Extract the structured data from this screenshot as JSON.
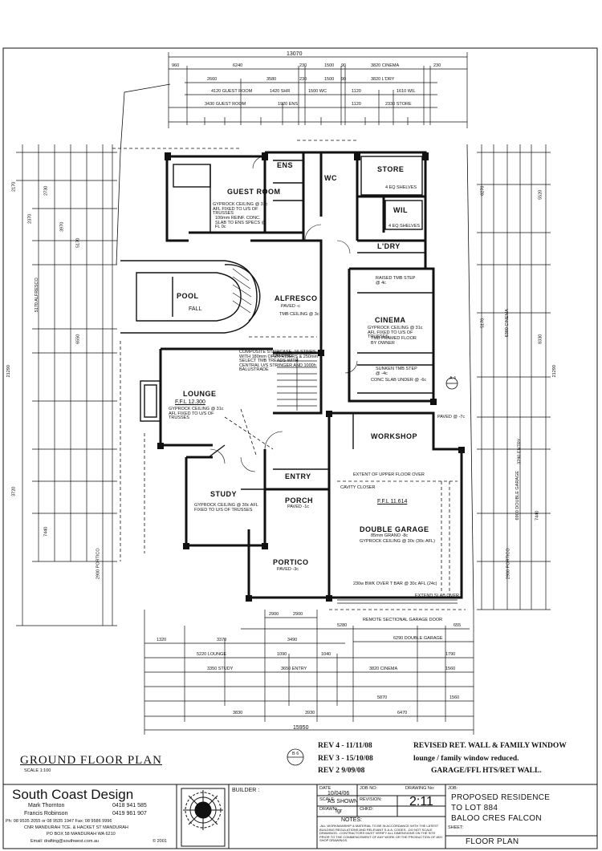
{
  "sheet_title": "GROUND FLOOR PLAN",
  "scale": "SCALE 1:100",
  "rooms": {
    "guest_room": "GUEST ROOM",
    "store": "STORE",
    "wil": "WIL",
    "ldry": "L'DRY",
    "ens": "ENS",
    "wc": "WC",
    "pool": "POOL",
    "alfresco": "ALFRESCO",
    "cinema": "CINEMA",
    "lounge": "LOUNGE",
    "workshop": "WORKSHOP",
    "entry": "ENTRY",
    "study": "STUDY",
    "porch": "PORCH",
    "double_garage": "DOUBLE GARAGE",
    "portico": "PORTICO"
  },
  "notes": {
    "guest_ceiling": "GYPROCK CEILING @ 31c AFL FIXED TO U/S OF TRUSSES",
    "guest_slab": "100mm REINF. CONC. SLAB TO ENS SPECS @ FL 0c",
    "cinema_step": "RAISED TMB STEP @ 4c",
    "cinema_ceiling": "GYPROCK CEILING @ 31c AFL FIXED TO U/S OF TRUSSES",
    "cinema_floor": "TMB FRAMED FLOOR BY OWNER",
    "sunken": "SUNKEN TMB STEP @ -4c",
    "conc_slab": "CONC SLAB UNDER @ -6c",
    "lounge_ffl": "F.F.L 12.300",
    "lounge_ceiling": "GYPROCK CEILING @ 31c AFL FIXED TO U/S OF TRUSSES",
    "garage_ffl": "F.F.L 11.614",
    "garage_grano": "85mm GRANO -8c",
    "garage_ceiling": "GYPROCK CEILING @ 30c (30c AFL)",
    "alfresco_paved": "PAVED -c",
    "alfresco_tmb": "TMB CEILING @ 3c",
    "study_ceiling": "GYPROCK CEILING @ 30c AFL FIXED TO U/S OF TRUSSES",
    "porch_paved": "PAVED -1c",
    "portico_paved": "PAVED -3c",
    "pool_fall": "FALL",
    "extent_upper": "EXTENT OF UPPER FLOOR OVER",
    "remote_door": "REMOTE SECTIONAL GARAGE DOOR",
    "extend_slab": "EXTEND SLAB OVER",
    "staircase": "COMPOSITE STAIRCASE, 16 STAIRS WITH 180mm OPEN RISERS & 250mm SELECT TMB TREADS WITH CENTRAL U/S STRINGER AND 1000h BALUSTRADE",
    "shelves": "4 EQ SHELVES",
    "cavity_closer": "CAVITY CLOSER",
    "bwk_over": "230w BWK OVER T BAR @ 30c AFL (24c)",
    "paved_7c": "PAVED @ -7c",
    "landing": "LANDING"
  },
  "top_dims": {
    "overall": "13070",
    "row1": [
      "960",
      "6240",
      "230",
      "1500",
      "90",
      "3820 CINEMA",
      "230"
    ],
    "row2": [
      "2660",
      "3580",
      "230",
      "1500",
      "90",
      "3820 L'DRY"
    ],
    "row3": [
      "4120 GUEST ROOM",
      "1420 SHR",
      "1500 WC",
      "1120",
      "1610 WIL"
    ],
    "row4": [
      "3430 GUEST ROOM",
      "1920 ENS",
      "1120",
      "2330 STORE"
    ]
  },
  "bottom_dims": {
    "row1": [
      "2900",
      "2900"
    ],
    "row2": [
      "5280",
      "655"
    ],
    "row3": [
      "6290 DOUBLE GARAGE"
    ],
    "row4": [
      "3370",
      "3490",
      "1320"
    ],
    "row5": [
      "5220 LOUNGE",
      "1090",
      "1040",
      "1790"
    ],
    "row6": [
      "3350 STUDY",
      "3650 ENTRY",
      "3820 CINEMA",
      "1560"
    ],
    "row7": [
      "5870",
      "1560"
    ],
    "row8": [
      "3830",
      "3930",
      "6470"
    ],
    "overall": "15950"
  },
  "left_dims": [
    "2170",
    "2370",
    "2730",
    "3970",
    "5170",
    "5170 ALFRESCO",
    "6550",
    "21290",
    "2900 PORTICO",
    "3720",
    "7440"
  ],
  "right_dims": [
    "6270",
    "5520",
    "6380 CINEMA",
    "8330",
    "5170",
    "21290",
    "6900 DOUBLE GARAGE",
    "3790 ENTRY",
    "2900 PORTICO",
    "7440"
  ],
  "revisions": [
    {
      "label": "REV 4 - 11/11/08",
      "text": "REVISED RET. WALL & FAMILY WINDOW"
    },
    {
      "label": "REV 3 - 15/10/08",
      "text": "lounge / family window reduced."
    },
    {
      "label": "REV 2  9/09/08",
      "text": "GARAGE/FFL HTS/RET WALL."
    }
  ],
  "section_marker": "B 6",
  "north_marker": "A 4",
  "title_block": {
    "company": "South Coast Design",
    "person1": "Mark Thornton",
    "phone1": "0418 941 585",
    "person2": "Francis Robinson",
    "phone2": "0419 961 907",
    "phones": "Ph: 08 9535 2055  or 08 9535 1947  Fax: 08 9586 9996",
    "address1": "CNR MANDURAH TCE. & HACKET ST MANDURAH",
    "address2": "PO BOX 58 MANDURAH WA 6210",
    "email": "Email: drafting@southwest.com.au",
    "copyright": "© 2001",
    "builder_label": "BUILDER :",
    "date_label": "DATE",
    "date": "10/04/06",
    "job_no_label": "JOB NO:",
    "drawing_no_label": "DRAWING No:",
    "drawing_no": "2:11",
    "scale_label": "SCALE",
    "scale_value": "AS SHOWN",
    "revision_label": "REVISION:",
    "drawn_label": "DRAWN:",
    "drawn": "fgr",
    "chkd_label": "CHKD:",
    "notes_label": "NOTES:",
    "notes_text": "-ALL WORKMANSHIP & MATERIAL TO BE IN ACCORDANCE WITH THE LATEST BUILDING REGULATIONS AND RELEVANT S.A.A. CODES. -DO NOT SCALE DRAWINGS. -CONTRACTORS MUST VERIFY ALL DIMENSIONS ON THE SITE PRIOR TO THE COMMENCEMENT OF ANY WORK OR THE PRODUCTION OF ANY SHOP DRAWINGS.",
    "job_label": "JOB:",
    "job1": "PROPOSED RESIDENCE",
    "job2": "TO LOT 884",
    "job3": "BALOO CRES FALCON",
    "sheet_label": "SHEET:",
    "sheet": "FLOOR PLAN"
  }
}
